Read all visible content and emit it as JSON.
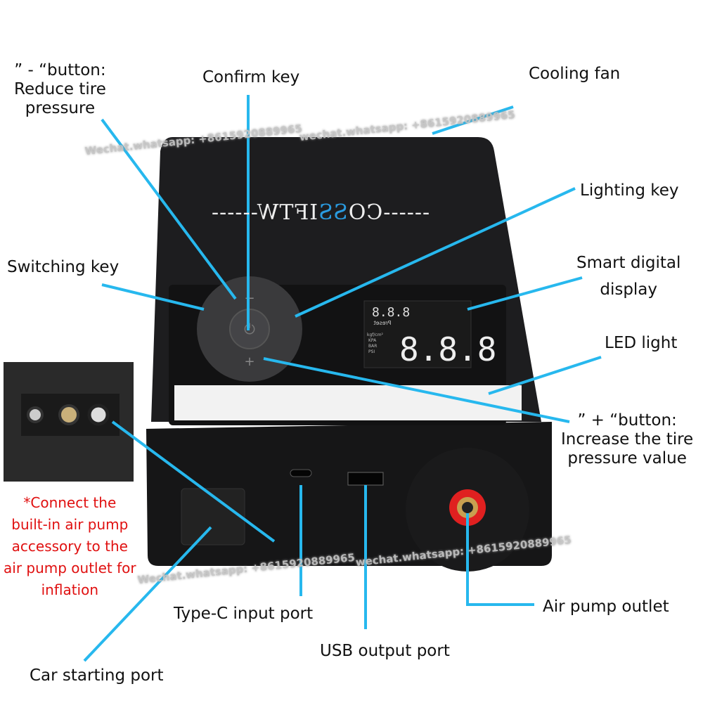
{
  "labels": {
    "minus_button": [
      "”  -  “button:",
      "Reduce tire",
      "pressure"
    ],
    "confirm_key": "Confirm key",
    "cooling_fan": "Cooling fan",
    "lighting_key": "Lighting key",
    "switching_key": "Switching key",
    "smart_display": [
      "Smart digital",
      "display"
    ],
    "led_light": "LED light",
    "plus_button": [
      "”  +  “button:",
      "Increase the tire",
      "pressure value"
    ],
    "type_c": "Type-C input port",
    "usb_output": "USB output port",
    "air_pump_outlet": "Air pump outlet",
    "car_starting_port": "Car starting port",
    "accessory_note": [
      "*Connect the",
      "built-in air pump",
      "accessory to the",
      "air pump outlet for",
      "inflation"
    ]
  },
  "brand": {
    "logo_text": "------COSSIFTW------"
  },
  "display": {
    "small_digits": "8.8.8",
    "big_digits": "8.8.8",
    "units": [
      "PSI",
      "BAR",
      "KPA",
      "kgf/cm²"
    ],
    "preset": "Preset"
  },
  "watermarks": [
    "Wechat.whatsapp: +8615920889965",
    "wechat.whatsapp: +8615920889965"
  ],
  "colors": {
    "leader_line": "#27b8ee",
    "device_body": "#1c1c1e",
    "note_text": "#e01010",
    "outlet_ring": "#e02020"
  }
}
